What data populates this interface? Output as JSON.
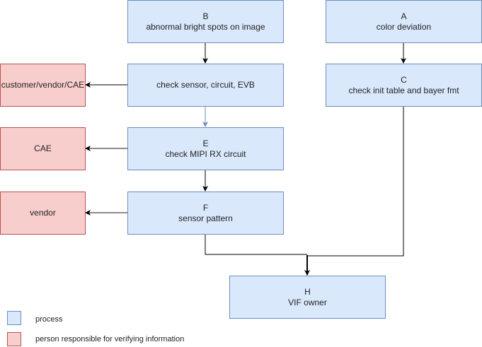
{
  "nodes": {
    "B": {
      "id": "B",
      "label": "abnormal bright spots on image"
    },
    "A": {
      "id": "A",
      "label": "color deviation"
    },
    "D": {
      "label": "check sensor, circuit, EVB"
    },
    "C": {
      "id": "C",
      "label": "check init table and bayer fmt"
    },
    "E": {
      "id": "E",
      "label": "check MIPI RX circuit"
    },
    "F": {
      "id": "F",
      "label": "sensor pattern"
    },
    "H": {
      "id": "H",
      "label": "VIF owner"
    },
    "R1": {
      "label": "customer/vendor/CAE"
    },
    "R2": {
      "label": "CAE"
    },
    "R3": {
      "label": "vendor"
    }
  },
  "legend": [
    {
      "label": "process",
      "color": "#dae8fc"
    },
    {
      "label": "person responsible for verifying information",
      "color": "#f8cecc"
    }
  ],
  "colors": {
    "process_fill": "#dae8fc",
    "process_border": "#6c8ebf",
    "responsible_fill": "#f8cecc",
    "responsible_border": "#b85450"
  }
}
